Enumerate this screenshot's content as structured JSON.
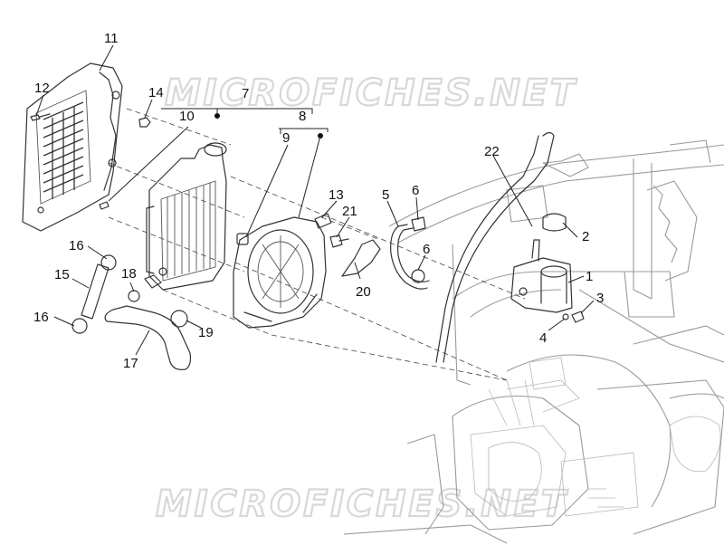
{
  "watermark": {
    "text": "MICROFICHES.NET"
  },
  "callouts": [
    {
      "id": "p1",
      "label": "1"
    },
    {
      "id": "p2",
      "label": "2"
    },
    {
      "id": "p3",
      "label": "3"
    },
    {
      "id": "p4",
      "label": "4"
    },
    {
      "id": "p5",
      "label": "5"
    },
    {
      "id": "p6a",
      "label": "6"
    },
    {
      "id": "p6b",
      "label": "6"
    },
    {
      "id": "p7",
      "label": "7"
    },
    {
      "id": "p8",
      "label": "8"
    },
    {
      "id": "p9",
      "label": "9"
    },
    {
      "id": "p10",
      "label": "10"
    },
    {
      "id": "p11",
      "label": "11"
    },
    {
      "id": "p12",
      "label": "12"
    },
    {
      "id": "p13",
      "label": "13"
    },
    {
      "id": "p14",
      "label": "14"
    },
    {
      "id": "p15",
      "label": "15"
    },
    {
      "id": "p16a",
      "label": "16"
    },
    {
      "id": "p16b",
      "label": "16"
    },
    {
      "id": "p17",
      "label": "17"
    },
    {
      "id": "p18",
      "label": "18"
    },
    {
      "id": "p19",
      "label": "19"
    },
    {
      "id": "p20",
      "label": "20"
    },
    {
      "id": "p21",
      "label": "21"
    },
    {
      "id": "p22",
      "label": "22"
    }
  ]
}
